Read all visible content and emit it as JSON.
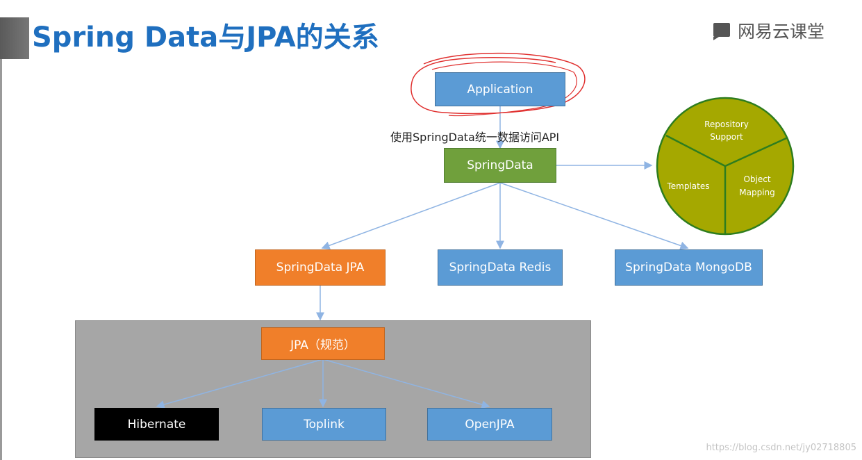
{
  "slide": {
    "title": "Spring Data与JPA的关系",
    "brand": "网易云课堂",
    "annotation": "使用SpringData统一数据访问API",
    "watermark": "https://blog.csdn.net/jy02718805"
  },
  "nodes": {
    "application": "Application",
    "springdata": "SpringData",
    "springdata_jpa": "SpringData JPA",
    "springdata_redis": "SpringData Redis",
    "springdata_mongodb": "SpringData MongoDB",
    "jpa_spec": "JPA（规范）",
    "hibernate": "Hibernate",
    "toplink": "Toplink",
    "openjpa": "OpenJPA"
  },
  "features_wheel": {
    "segment_top_line1": "Repository",
    "segment_top_line2": "Support",
    "segment_left": "Templates",
    "segment_right_line1": "Object",
    "segment_right_line2": "Mapping"
  },
  "colors": {
    "title": "#1f6fbf",
    "blue_box": "#5b9bd5",
    "green_box": "#70a03c",
    "orange_box": "#f07f2a",
    "wheel_fill": "#a5a800",
    "wheel_stroke": "#2e7d1e",
    "highlight_scribble": "#e0302f",
    "connector": "#8fb4e3"
  }
}
